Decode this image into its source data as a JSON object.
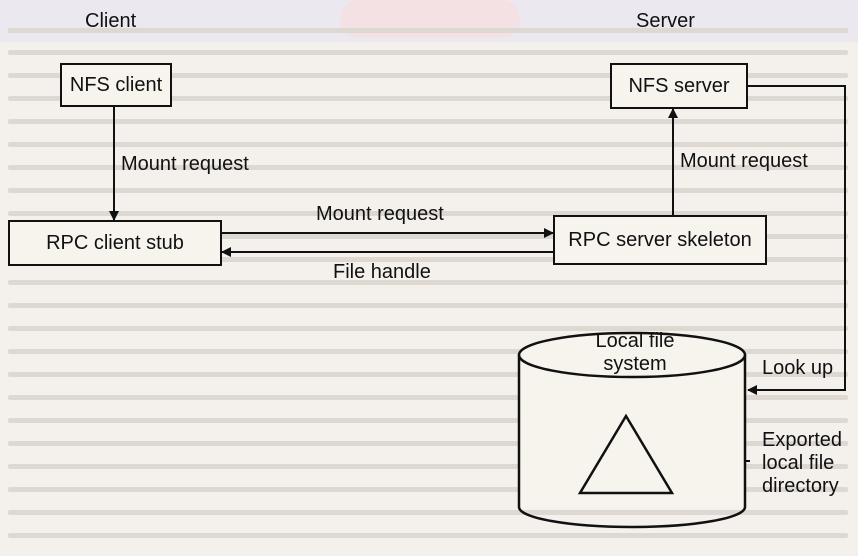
{
  "labels": {
    "client": "Client",
    "server": "Server",
    "nfs_client": "NFS client",
    "nfs_server": "NFS server",
    "mount_request_left": "Mount request",
    "mount_request_right": "Mount request",
    "mount_request_middle": "Mount request",
    "file_handle": "File handle",
    "rpc_client_stub": "RPC client stub",
    "rpc_server_skeleton": "RPC server skeleton",
    "local_file_system_line1": "Local file",
    "local_file_system_line2": "system",
    "look_up": "Look up",
    "exported_line1": "Exported",
    "exported_line2": "local file",
    "exported_line3": "directory"
  }
}
